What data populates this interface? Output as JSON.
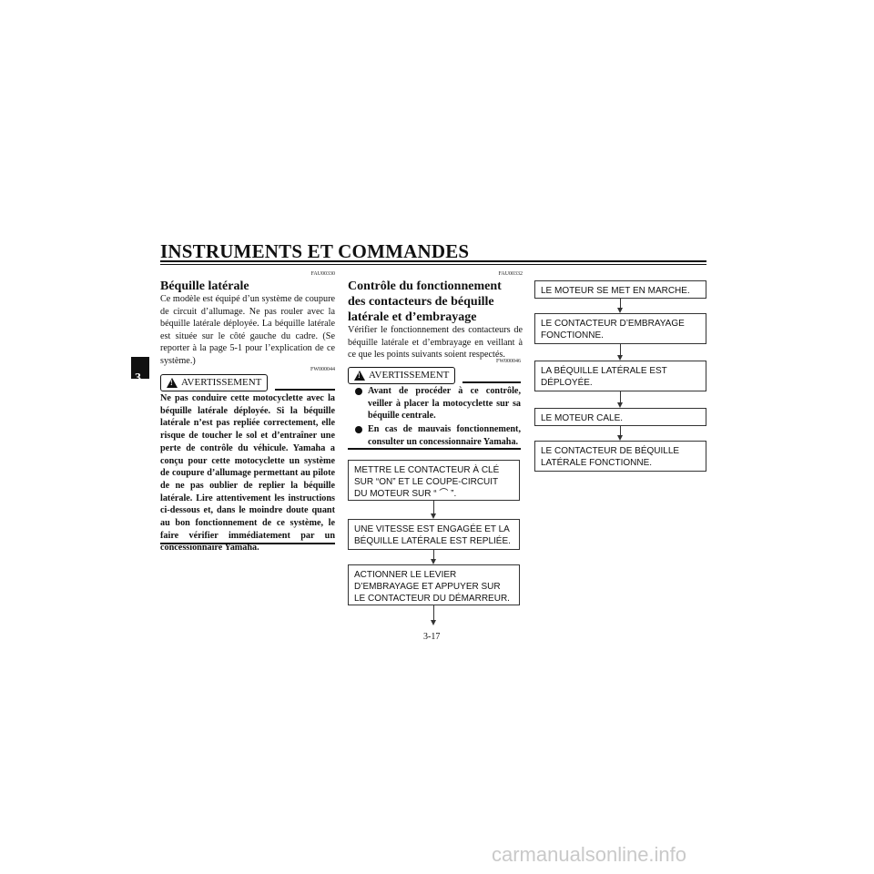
{
  "header": {
    "title": "INSTRUMENTS ET COMMANDES",
    "chapter": "3"
  },
  "left": {
    "code": "FAU00330",
    "heading": "Béquille latérale",
    "body": "Ce modèle est équipé d’un système de coupure de circuit d’allumage. Ne pas rouler avec la béquille latérale déployée. La béquille latérale est située sur le côté gauche du cadre. (Se reporter à la page 5-1 pour l’explication de ce système.)",
    "warning_label": "AVERTISSEMENT",
    "warning_code": "FW000044",
    "warning_text": "Ne pas conduire cette motocyclette avec la béquille latérale déployée. Si la béquille latérale n’est pas repliée correctement, elle risque de toucher le sol et d’entraîner une perte de contrôle du véhicule. Yamaha a conçu pour cette motocyclette un système de coupure d’allumage permettant au pilote de ne pas oublier de replier la béquille latérale. Lire attentivement les instructions ci-dessous et, dans le moindre doute quant au bon fonctionnement de ce système, le faire vérifier immédiatement par un concessionnaire Yamaha."
  },
  "middle": {
    "code": "FAU00332",
    "heading": "Contrôle du fonctionnement des contacteurs de béquille latérale et d’embrayage",
    "body": "Vérifier le fonctionnement des contacteurs de béquille latérale et d’embrayage en veillant à ce que les points suivants soient respectés.",
    "warning_label": "AVERTISSEMENT",
    "warning_code": "FW000046",
    "warning_items": [
      "Avant de procéder à ce contrôle, veiller à placer la motocyclette sur sa béquille centrale.",
      "En cas de mauvais fonctionnement, consulter un concessionnaire Yamaha."
    ]
  },
  "flow_left": [
    "METTRE LE CONTACTEUR À CLÉ SUR “ON” ET LE COUPE-CIRCUIT DU MOTEUR SUR “ ⌒ ”.",
    "UNE VITESSE EST ENGAGÉE ET LA BÉQUILLE LATÉRALE EST REPLIÉE.",
    "ACTIONNER LE LEVIER D’EMBRAYAGE ET APPUYER SUR LE CONTACTEUR DU DÉMARREUR."
  ],
  "flow_right": [
    "LE MOTEUR SE MET EN MARCHE.",
    "LE CONTACTEUR D’EMBRAYAGE FONCTIONNE.",
    "LA BÉQUILLE LATÉRALE EST DÉPLOYÉE.",
    "LE MOTEUR CALE.",
    "LE CONTACTEUR DE BÉQUILLE LATÉRALE FONCTIONNE."
  ],
  "page_number": "3-17",
  "watermark": "carmanualsonline.info"
}
